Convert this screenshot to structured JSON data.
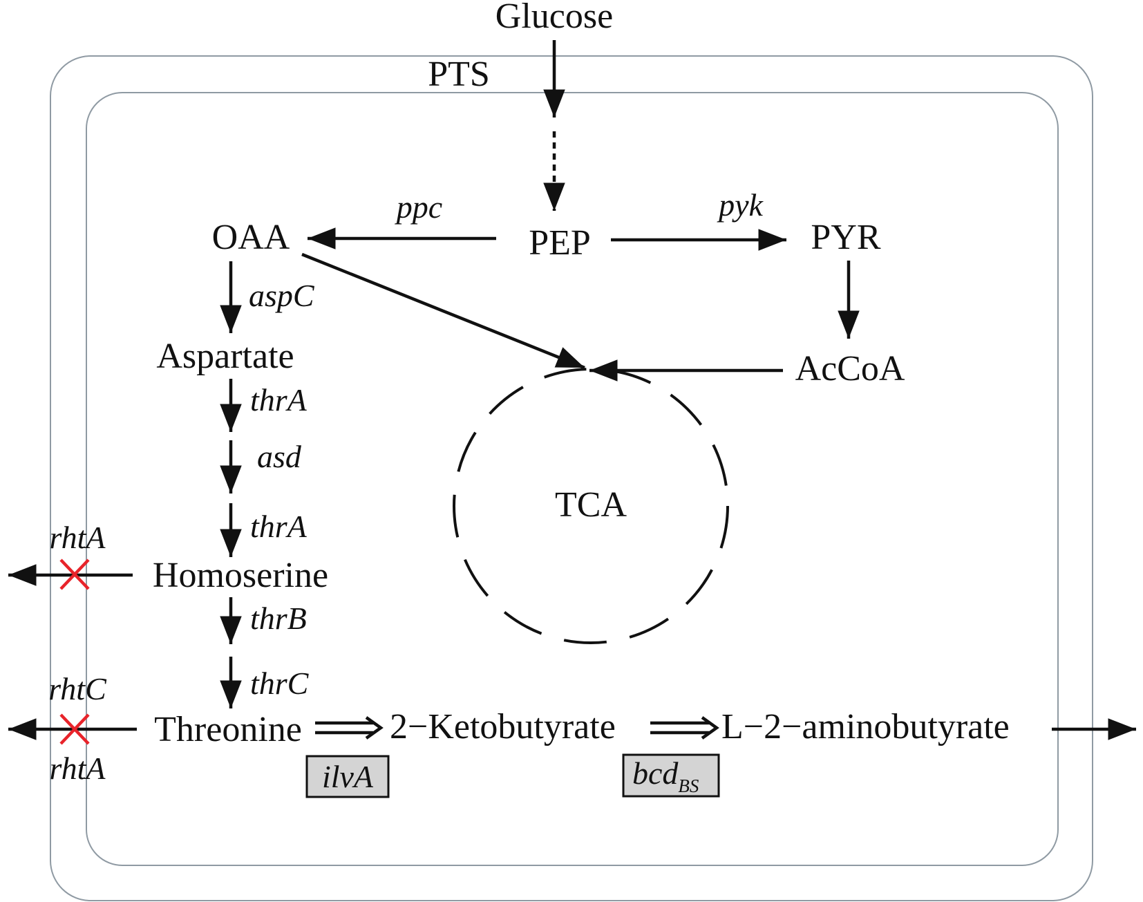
{
  "labels": {
    "glucose": "Glucose",
    "pts": "PTS",
    "pep": "PEP",
    "oaa": "OAA",
    "pyr": "PYR",
    "accoa": "AcCoA",
    "tca": "TCA",
    "aspartate": "Aspartate",
    "homoserine": "Homoserine",
    "threonine": "Threonine",
    "ketobutyrate": "2−Ketobutyrate",
    "aminobutyrate": "L−2−aminobutyrate"
  },
  "enzymes": {
    "ppc": "ppc",
    "pyk": "pyk",
    "aspC": "aspC",
    "thrA_1": "thrA",
    "asd": "asd",
    "thrA_2": "thrA",
    "thrB": "thrB",
    "thrC": "thrC",
    "rhtA_homoserine": "rhtA",
    "rhtC": "rhtC",
    "rhtA_threonine": "rhtA",
    "ilvA": "ilvA",
    "bcd": "bcd",
    "bcd_sub": "BS"
  },
  "colors": {
    "line": "#111111",
    "membrane": "#8f9aa3",
    "knockout": "#e8232a",
    "gene_box_fill": "#d4d4d4"
  }
}
